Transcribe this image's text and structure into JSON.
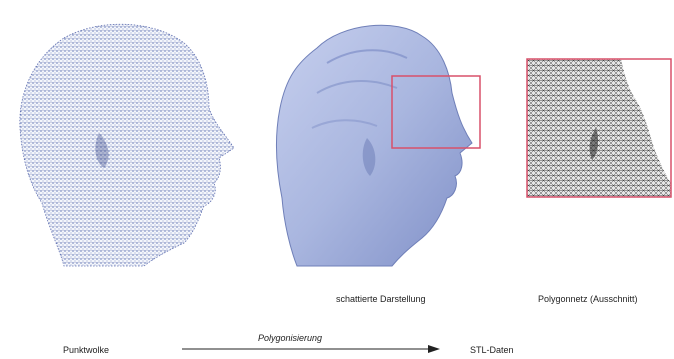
{
  "captions": {
    "shaded": "schattierte Darstellung",
    "mesh": "Polygonnetz (Ausschnitt)",
    "point_cloud": "Punktwolke",
    "process": "Polygonisierung",
    "stl": "STL-Daten"
  },
  "colors": {
    "point_cloud": "#4a5fa8",
    "shaded_surface": "#a9b6df",
    "highlight_frame": "#d8506a",
    "mesh": "#3a3a3a",
    "arrow": "#222222"
  }
}
